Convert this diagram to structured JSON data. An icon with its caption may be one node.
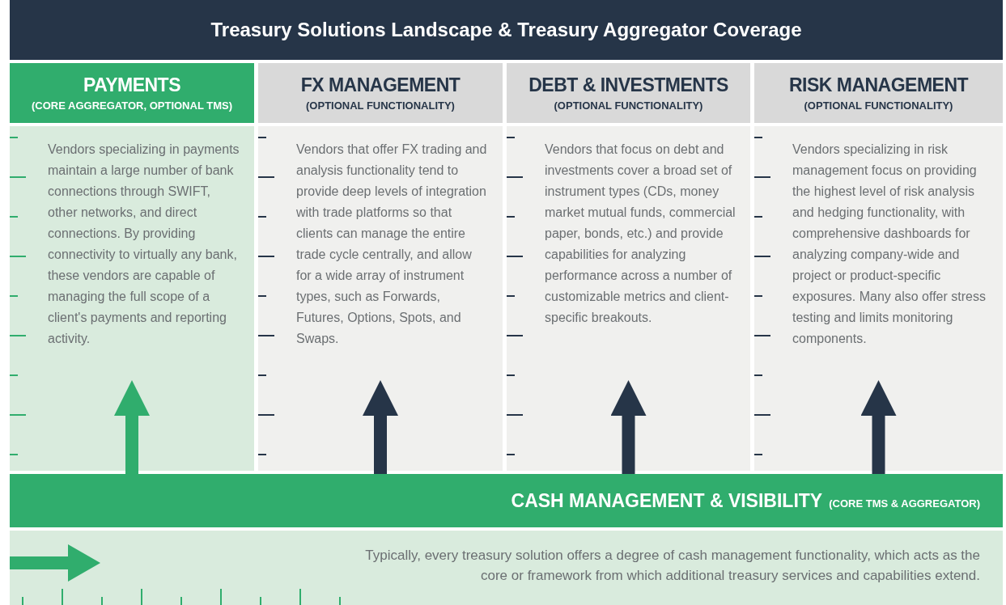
{
  "diagram": {
    "title": "Treasury Solutions Landscape & Treasury Aggregator Coverage",
    "nodes": [
      {
        "text": [
          "PAYMENTS",
          "(CORE AGGREGATOR, OPTIONAL TMS)",
          "Vendors specializing in payments maintain a large number of bank connections through SWIFT, other networks, and direct connections. By providing connectivity to virtually any bank, these vendors are capable of managing the full scope of a client's payments and reporting activity."
        ]
      },
      {
        "text": [
          "FX MANAGEMENT",
          "(OPTIONAL FUNCTIONALITY)",
          "Vendors that offer FX trading and analysis functionality tend to provide deep levels of integration with trade platforms so that clients can manage the entire trade cycle centrally, and allow for a wide array of instrument types, such as Forwards, Futures, Options, Spots, and Swaps."
        ]
      },
      {
        "text": [
          "DEBT & INVESTMENTS",
          "(OPTIONAL FUNCTIONALITY)",
          "Vendors that focus on debt and investments cover a broad set of instrument types (CDs, money market mutual funds, commercial paper, bonds, etc.) and provide capabilities for analyzing performance across a number of customizable metrics and client-specific breakouts."
        ]
      },
      {
        "text": [
          "RISK MANAGEMENT",
          "(OPTIONAL FUNCTIONALITY)",
          "Vendors specializing in risk management focus on providing the highest level of risk analysis and hedging functionality, with comprehensive dashboards for analyzing company-wide and project or product-specific exposures. Many also offer stress testing and limits monitoring components."
        ]
      },
      {
        "text": [
          "CASH MANAGEMENT & VISIBILITY",
          "(CORE TMS & AGGREGATOR)"
        ]
      },
      {
        "text": [
          "Typically, every treasury solution offers a degree of cash management functionality, which acts as the core or framework from which additional treasury services and capabilities extend."
        ]
      }
    ],
    "edges": [
      {
        "from": 4,
        "to": 0,
        "arrow": "to",
        "color": "#30ad6d"
      },
      {
        "from": 4,
        "to": 1,
        "arrow": "to"
      },
      {
        "from": 4,
        "to": 2,
        "arrow": "to"
      },
      {
        "from": 4,
        "to": 3,
        "arrow": "to"
      }
    ]
  }
}
